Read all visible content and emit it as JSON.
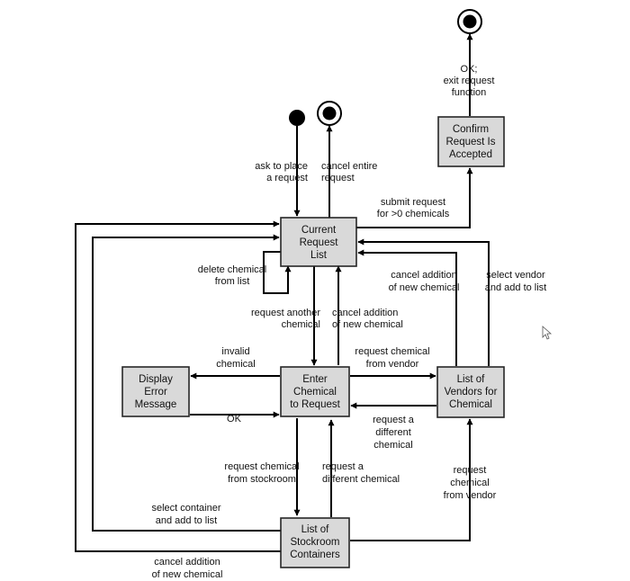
{
  "states": {
    "current_request_list": [
      "Current",
      "Request",
      "List"
    ],
    "confirm_request": [
      "Confirm",
      "Request Is",
      "Accepted"
    ],
    "enter_chemical": [
      "Enter",
      "Chemical",
      "to Request"
    ],
    "display_error": [
      "Display",
      "Error",
      "Message"
    ],
    "list_of_vendors": [
      "List of",
      "Vendors for",
      "Chemical"
    ],
    "list_of_stockroom": [
      "List of",
      "Stockroom",
      "Containers"
    ]
  },
  "transitions": {
    "ask_to_place": [
      "ask to place",
      "a request"
    ],
    "cancel_entire": [
      "cancel entire",
      "request"
    ],
    "ok_exit": [
      "OK;",
      "exit request",
      "function"
    ],
    "submit_request": [
      "submit request",
      "for >0 chemicals"
    ],
    "delete_chemical": [
      "delete chemical",
      "from list"
    ],
    "request_another": [
      "request another",
      "chemical"
    ],
    "cancel_addition_center": [
      "cancel addition",
      "of new chemical"
    ],
    "cancel_addition_vendor": [
      "cancel addition",
      "of new chemical"
    ],
    "select_vendor": [
      "select vendor",
      "and add to list"
    ],
    "invalid_chemical": [
      "invalid",
      "chemical"
    ],
    "ok_error": [
      "OK"
    ],
    "request_from_vendor_top": [
      "request chemical",
      "from vendor"
    ],
    "request_different_vendor": [
      "request a",
      "different",
      "chemical"
    ],
    "request_from_stockroom": [
      "request chemical",
      "from stockroom"
    ],
    "request_different_stockroom": [
      "request a",
      "different chemical"
    ],
    "request_from_vendor_bottom": [
      "request",
      "chemical",
      "from vendor"
    ],
    "select_container": [
      "select container",
      "and add to list"
    ],
    "cancel_addition_bottom": [
      "cancel addition",
      "of new chemical"
    ]
  }
}
